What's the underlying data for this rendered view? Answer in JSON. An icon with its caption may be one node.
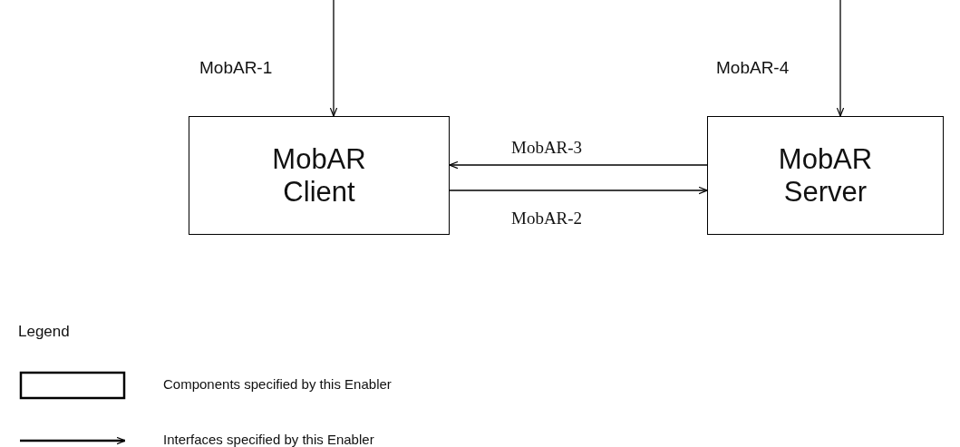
{
  "diagram": {
    "nodes": [
      {
        "text": [
          "MobAR Client"
        ]
      },
      {
        "text": [
          "MobAR Server"
        ]
      }
    ],
    "edges": [
      {
        "from": null,
        "to": 0,
        "arrow": "to",
        "label": "MobAR-1"
      },
      {
        "from": null,
        "to": 1,
        "arrow": "to",
        "label": "MobAR-4"
      },
      {
        "from": 1,
        "to": 0,
        "arrow": "to",
        "label": "MobAR-3"
      },
      {
        "from": 0,
        "to": 1,
        "arrow": "to",
        "label": "MobAR-2"
      }
    ],
    "labels": [
      "Legend"
    ],
    "legend": [
      {
        "text": "Components specified by this Enabler"
      },
      {
        "text": "Interfaces specified by this Enabler"
      }
    ]
  }
}
